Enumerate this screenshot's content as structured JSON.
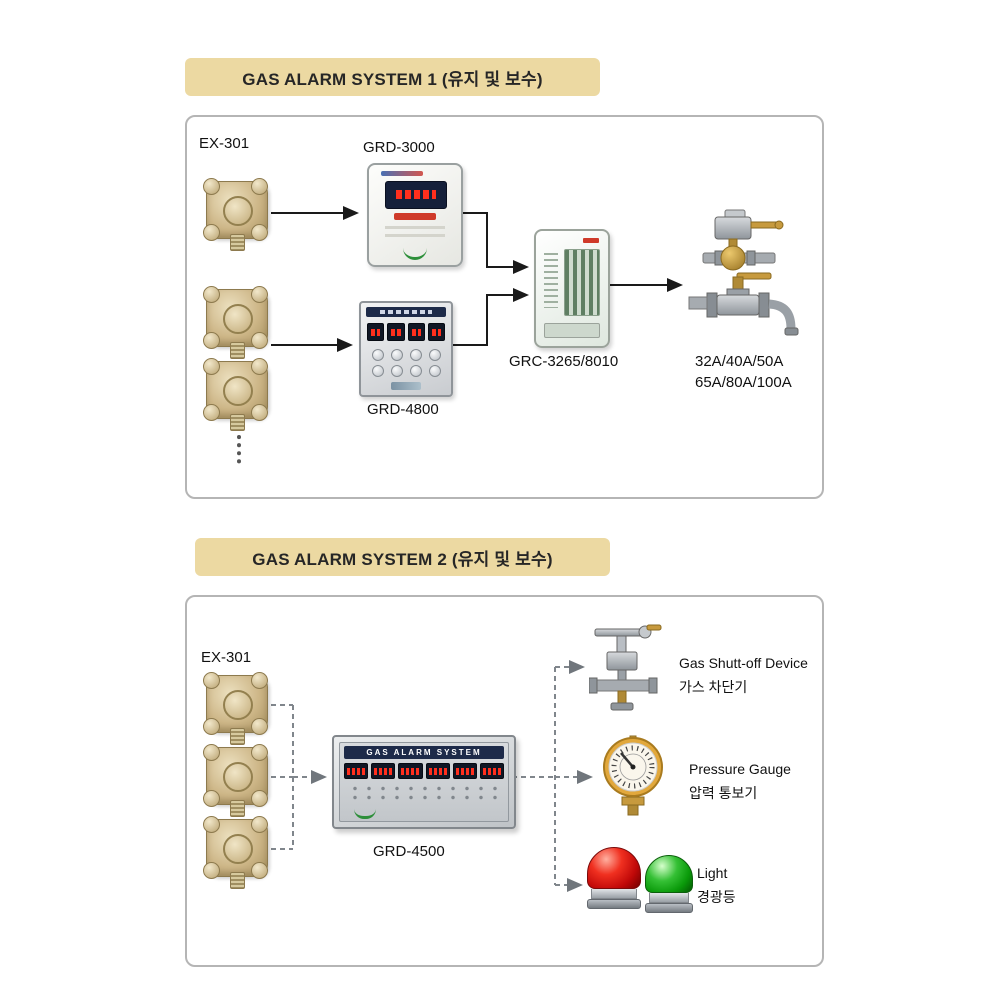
{
  "theme": {
    "banner_bg": "#ecd9a2",
    "frame_border": "#b5b5b5",
    "wire": "#1a1a1a",
    "dashed_wire": "#80868c",
    "led_red": "#ff2f1d",
    "panel_navy": "#1d2a49",
    "brass": "#c79a3e",
    "detector_tan": "#cdb687"
  },
  "system1": {
    "title": "GAS ALARM SYSTEM 1 (유지 및 보수)",
    "detector_label": "EX-301",
    "controller1_label": "GRD-3000",
    "controller2_label": "GRD-4800",
    "receiver_label": "GRC-3265/8010",
    "valve_sizes": [
      "32A/40A/50A",
      "65A/80A/100A"
    ]
  },
  "system2": {
    "title": "GAS ALARM SYSTEM 2 (유지 및 보수)",
    "detector_label": "EX-301",
    "panel_title": "GAS ALARM SYSTEM",
    "panel_label": "GRD-4500",
    "outputs": [
      {
        "en": "Gas Shutt-off Device",
        "ko": "가스 차단기"
      },
      {
        "en": "Pressure Gauge",
        "ko": "압력 통보기"
      },
      {
        "en": "Light",
        "ko": "경광등"
      }
    ]
  }
}
